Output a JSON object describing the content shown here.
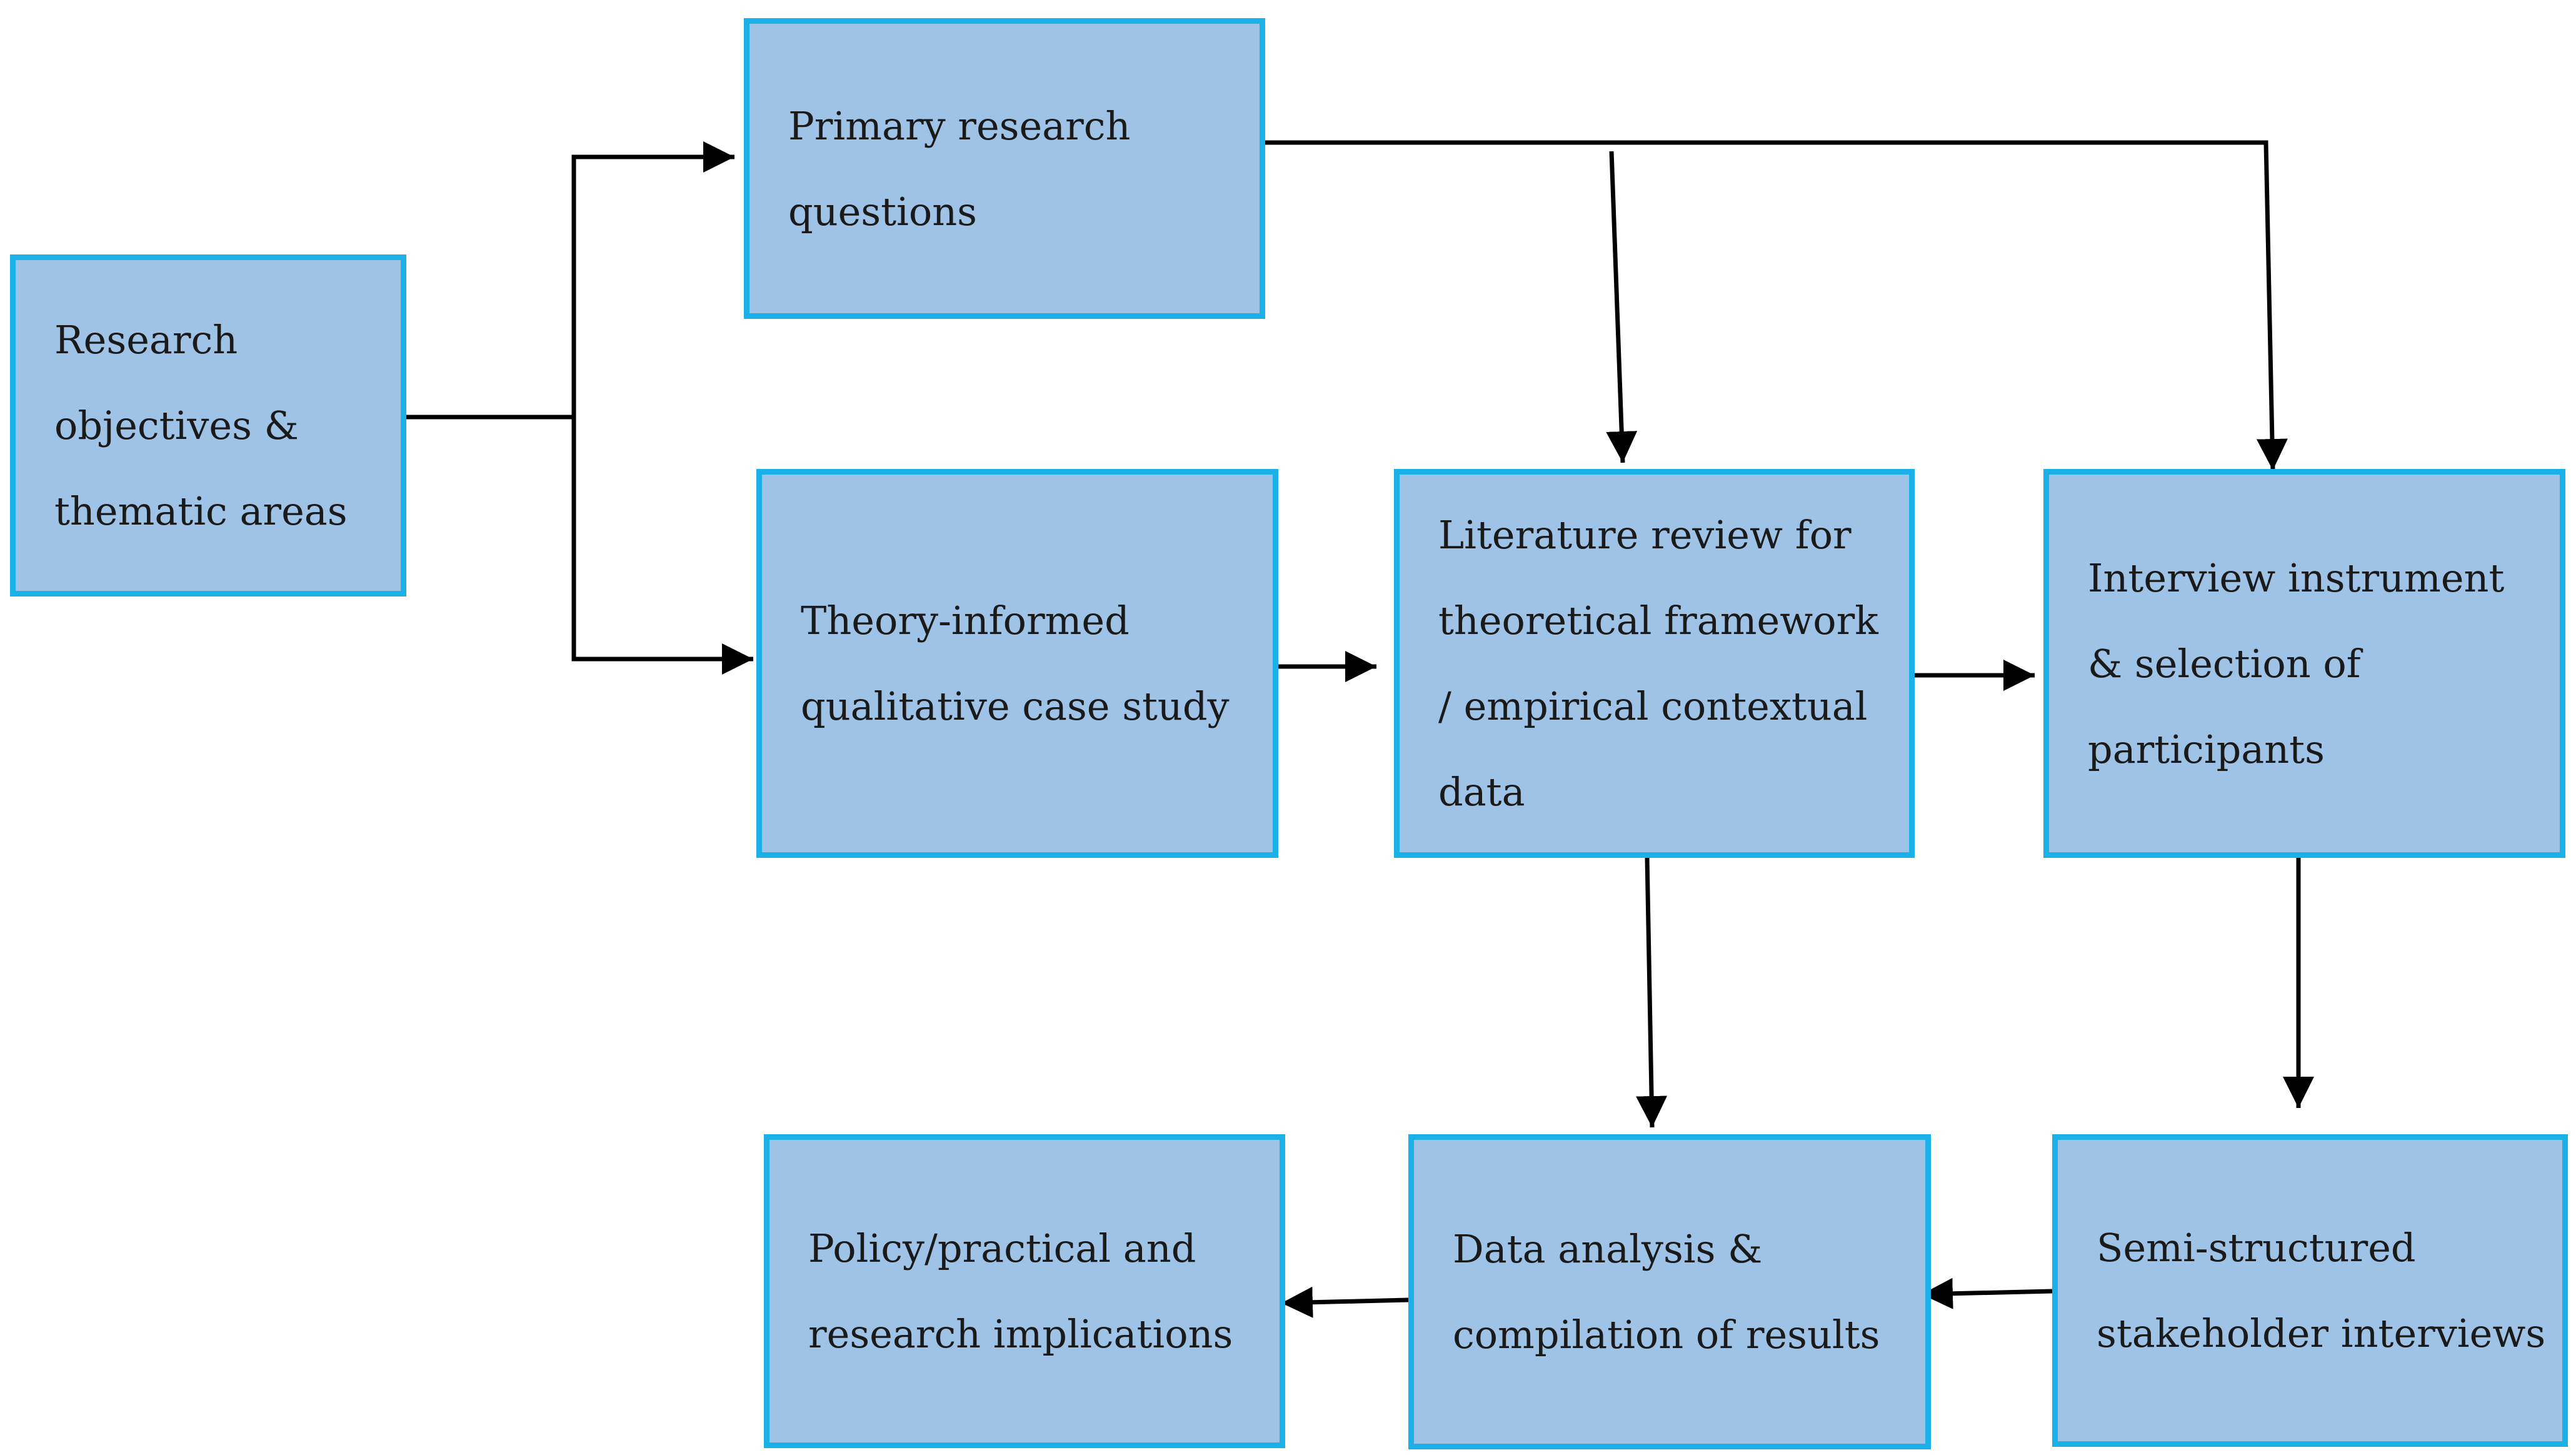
{
  "diagram": {
    "colors": {
      "box_fill": "#9fc3e7",
      "box_border": "#1cb0e8",
      "text": "#1a1a1a",
      "arrow": "#000000"
    },
    "nodes": {
      "research_objectives": {
        "lines": [
          "Research",
          "objectives &",
          "thematic areas"
        ]
      },
      "primary_questions": {
        "lines": [
          "Primary research",
          "questions"
        ]
      },
      "case_study": {
        "lines": [
          "Theory-informed",
          "qualitative case study"
        ]
      },
      "literature_review": {
        "lines": [
          "Literature review for",
          "theoretical framework",
          "/ empirical contextual",
          "data"
        ]
      },
      "interview_instrument": {
        "lines": [
          "Interview instrument",
          "& selection of",
          "participants"
        ]
      },
      "stakeholder_interviews": {
        "lines": [
          "Semi-structured",
          "stakeholder interviews"
        ]
      },
      "data_analysis": {
        "lines": [
          "Data analysis &",
          "compilation of results"
        ]
      },
      "implications": {
        "lines": [
          "Policy/practical and",
          "research implications"
        ]
      }
    },
    "edges": [
      {
        "from": "research_objectives",
        "to": "primary_questions"
      },
      {
        "from": "research_objectives",
        "to": "case_study"
      },
      {
        "from": "primary_questions",
        "to": "literature_review"
      },
      {
        "from": "primary_questions",
        "to": "interview_instrument"
      },
      {
        "from": "case_study",
        "to": "literature_review"
      },
      {
        "from": "literature_review",
        "to": "interview_instrument"
      },
      {
        "from": "literature_review",
        "to": "data_analysis"
      },
      {
        "from": "interview_instrument",
        "to": "stakeholder_interviews"
      },
      {
        "from": "stakeholder_interviews",
        "to": "data_analysis"
      },
      {
        "from": "data_analysis",
        "to": "implications"
      }
    ]
  }
}
